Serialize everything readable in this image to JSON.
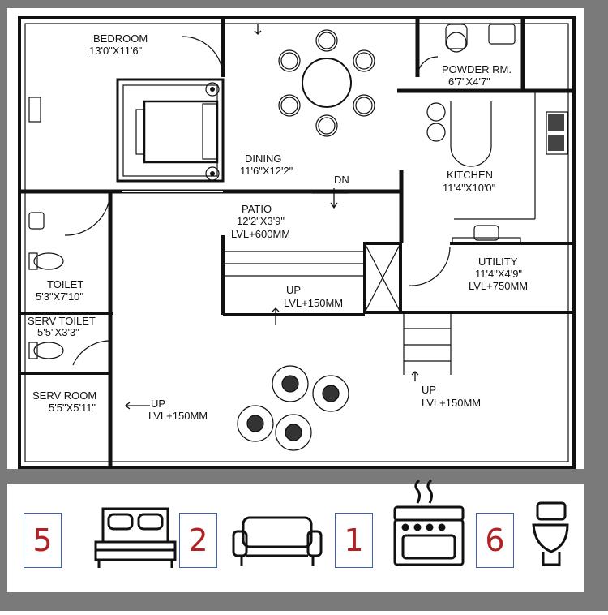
{
  "rooms": {
    "bedroom": {
      "name": "BEDROOM",
      "size": "13'0\"X11'6\""
    },
    "dining": {
      "name": "DINING",
      "size": "11'6\"X12'2\""
    },
    "powder": {
      "name": "POWDER RM.",
      "size": "6'7\"X4'7\""
    },
    "kitchen": {
      "name": "KITCHEN",
      "size": "11'4\"X10'0\""
    },
    "patio": {
      "name": "PATIO",
      "size": "12'2\"X3'9\"",
      "level": "LVL+600MM"
    },
    "utility": {
      "name": "UTILITY",
      "size": "11'4\"X4'9\"",
      "level": "LVL+750MM"
    },
    "toilet": {
      "name": "TOILET",
      "size": "5'3\"X7'10\""
    },
    "serv_toilet": {
      "name": "SERV TOILET",
      "size": "5'5\"X3'3\""
    },
    "serv_room": {
      "name": "SERV ROOM",
      "size": "5'5\"X5'11\""
    }
  },
  "markers": {
    "dn": "DN",
    "up_center": {
      "label": "UP",
      "level": "LVL+150MM"
    },
    "up_left": {
      "label": "UP",
      "level": "LVL+150MM"
    },
    "up_right": {
      "label": "UP",
      "level": "LVL+150MM"
    }
  },
  "legend": [
    {
      "count": "5",
      "icon": "bed-icon"
    },
    {
      "count": "2",
      "icon": "sofa-icon"
    },
    {
      "count": "1",
      "icon": "stove-icon"
    },
    {
      "count": "6",
      "icon": "toilet-icon"
    }
  ],
  "colors": {
    "count_text": "#b22222",
    "box_border": "#3d5fb0",
    "frame": "#7a7a7a"
  }
}
